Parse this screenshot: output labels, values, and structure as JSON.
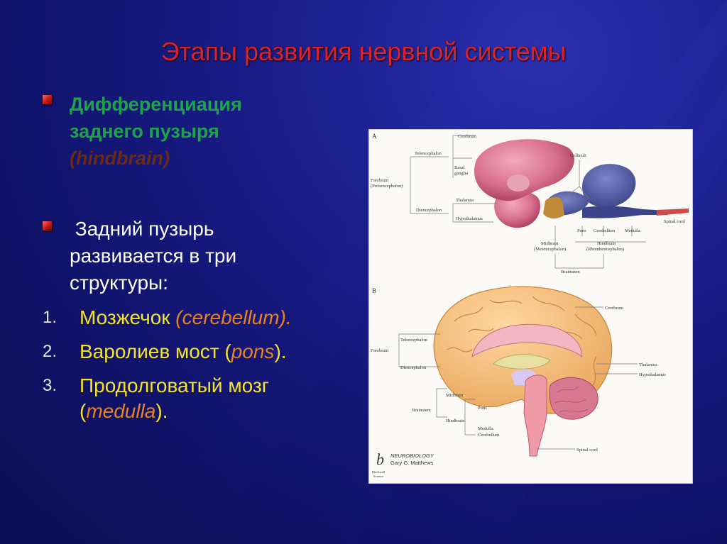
{
  "title": "Этапы развития нервной системы",
  "bullet1": {
    "line1": "Дифференциация",
    "line2": "заднего пузыря",
    "line3": "(hindbrain)"
  },
  "bullet2": {
    "line1": " Задний пузырь",
    "line2": "развивается в три",
    "line3": "структуры:"
  },
  "list": [
    {
      "num": "1.",
      "ru": "Мозжечок ",
      "lat": "(cerebellum).",
      "tail": ""
    },
    {
      "num": "2.",
      "ru": "Варолиев мост (",
      "lat": "pons",
      "tail": ")."
    },
    {
      "num": "3.",
      "ru": "Продолговатый мозг",
      "ru2": "(",
      "lat": "medulla",
      "tail": ")."
    }
  ],
  "figure": {
    "panel_a": "A",
    "panel_b": "B",
    "labels_a": {
      "cerebrum": "Cerebrum",
      "telencephalon": "Telencephalon",
      "basal": "Basal",
      "ganglia": "ganglia",
      "forebrain": "Forebrain",
      "prosencephalon": "(Prosencephalon)",
      "thalamus": "Thalamus",
      "diencephalon": "Diencephalon",
      "hypothalamus": "Hypothalamus",
      "colliculi": "Colliculi",
      "pons": "Pons",
      "cerebellum": "Cerebellum",
      "medulla": "Medulla",
      "spinal_cord": "Spinal cord",
      "midbrain": "Midbrain",
      "mesencephalon": "(Mesencephalon)",
      "hindbrain": "Hindbrain",
      "rhombencephalon": "(Rhombencephalon)",
      "brainstem": "Brainstem"
    },
    "labels_b": {
      "cerebrum": "Cerebrum",
      "telencephalon": "Telencephalon",
      "forebrain": "Forebrain",
      "diencephalon": "Diencephalon",
      "thalamus": "Thalamus",
      "hypothalamus": "Hypothalamus",
      "midbrain": "Midbrain",
      "brainstem": "Brainstem",
      "pons": "Pons",
      "hindbrain": "Hindbrain",
      "medulla": "Medulla",
      "cerebellum": "Cerebellum",
      "spinal_cord": "Spinal cord"
    },
    "credit_title": "NEUROBIOLOGY",
    "credit_author": "Gary G. Matthews",
    "publisher_1": "Blackwell",
    "publisher_2": "Science"
  }
}
